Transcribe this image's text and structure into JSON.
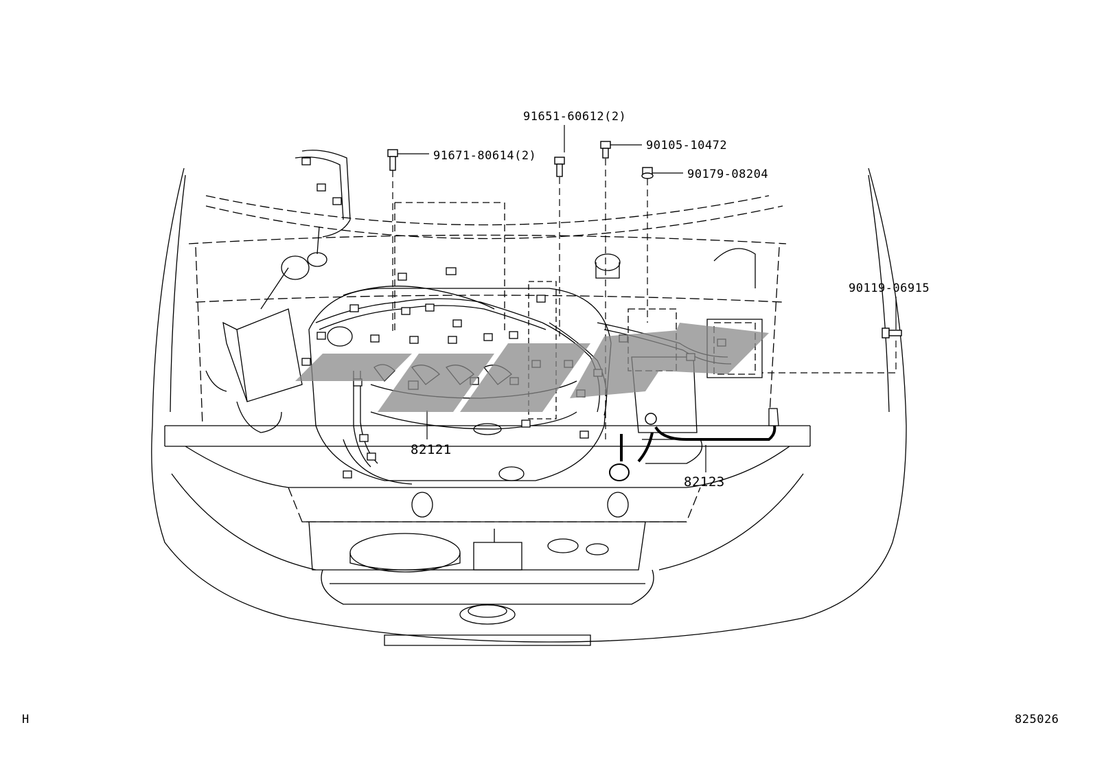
{
  "diagram": {
    "callouts": [
      {
        "id": "c1",
        "text": "91671-80614(2)"
      },
      {
        "id": "c2",
        "text": "91651-60612(2)"
      },
      {
        "id": "c3",
        "text": "90105-10472"
      },
      {
        "id": "c4",
        "text": "90179-08204"
      },
      {
        "id": "c5",
        "text": "90119-06915"
      },
      {
        "id": "c6",
        "text": "82121"
      },
      {
        "id": "c7",
        "text": "82123"
      }
    ],
    "corner_left": "H",
    "corner_right": "825026"
  },
  "colors": {
    "line": "#000000",
    "background": "#ffffff",
    "watermark": "#8a8a8a"
  }
}
